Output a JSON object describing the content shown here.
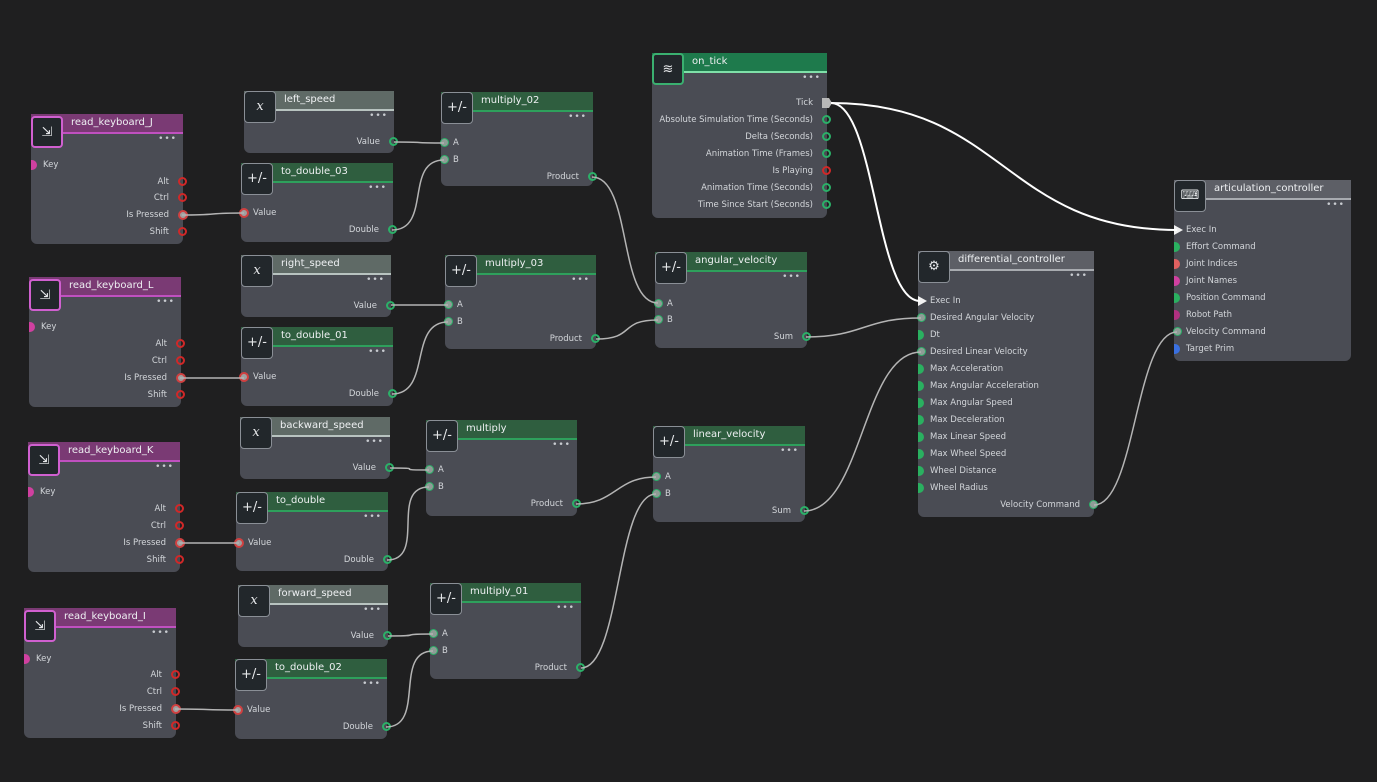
{
  "keyboard_nodes": [
    {
      "title": "read_keyboard_J"
    },
    {
      "title": "read_keyboard_L"
    },
    {
      "title": "read_keyboard_K"
    },
    {
      "title": "read_keyboard_I"
    }
  ],
  "keyboard_ports": {
    "key": "Key",
    "alt": "Alt",
    "ctrl": "Ctrl",
    "is_pressed": "Is Pressed",
    "shift": "Shift"
  },
  "constant_nodes": [
    {
      "title": "left_speed",
      "out": "Value"
    },
    {
      "title": "right_speed",
      "out": "Value"
    },
    {
      "title": "backward_speed",
      "out": "Value"
    },
    {
      "title": "forward_speed",
      "out": "Value"
    }
  ],
  "to_double_nodes": [
    {
      "title": "to_double_03",
      "in": "Value",
      "out": "Double"
    },
    {
      "title": "to_double_01",
      "in": "Value",
      "out": "Double"
    },
    {
      "title": "to_double",
      "in": "Value",
      "out": "Double"
    },
    {
      "title": "to_double_02",
      "in": "Value",
      "out": "Double"
    }
  ],
  "multiply_nodes": [
    {
      "title": "multiply_02",
      "a": "A",
      "b": "B",
      "out": "Product"
    },
    {
      "title": "multiply_03",
      "a": "A",
      "b": "B",
      "out": "Product"
    },
    {
      "title": "multiply",
      "a": "A",
      "b": "B",
      "out": "Product"
    },
    {
      "title": "multiply_01",
      "a": "A",
      "b": "B",
      "out": "Product"
    }
  ],
  "add_nodes": [
    {
      "title": "angular_velocity",
      "a": "A",
      "b": "B",
      "out": "Sum"
    },
    {
      "title": "linear_velocity",
      "a": "A",
      "b": "B",
      "out": "Sum"
    }
  ],
  "on_tick": {
    "title": "on_tick",
    "outputs": [
      "Tick",
      "Absolute Simulation Time (Seconds)",
      "Delta (Seconds)",
      "Animation Time (Frames)",
      "Is Playing",
      "Animation Time (Seconds)",
      "Time Since Start (Seconds)"
    ]
  },
  "differential_controller": {
    "title": "differential_controller",
    "inputs": [
      "Exec In",
      "Desired Angular Velocity",
      "Dt",
      "Desired Linear Velocity",
      "Max Acceleration",
      "Max Angular Acceleration",
      "Max Angular Speed",
      "Max Deceleration",
      "Max Linear Speed",
      "Max Wheel Speed",
      "Wheel Distance",
      "Wheel Radius"
    ],
    "output": "Velocity Command"
  },
  "articulation_controller": {
    "title": "articulation_controller",
    "inputs": [
      "Exec In",
      "Effort Command",
      "Joint Indices",
      "Joint Names",
      "Position Command",
      "Robot Path",
      "Velocity Command",
      "Target Prim"
    ]
  },
  "more_glyph": "•••",
  "colors": {
    "background": "#1f1f20",
    "node_body": "#4a4c54",
    "wire": "#b4b4b4",
    "exec_wire": "#ffffff"
  }
}
